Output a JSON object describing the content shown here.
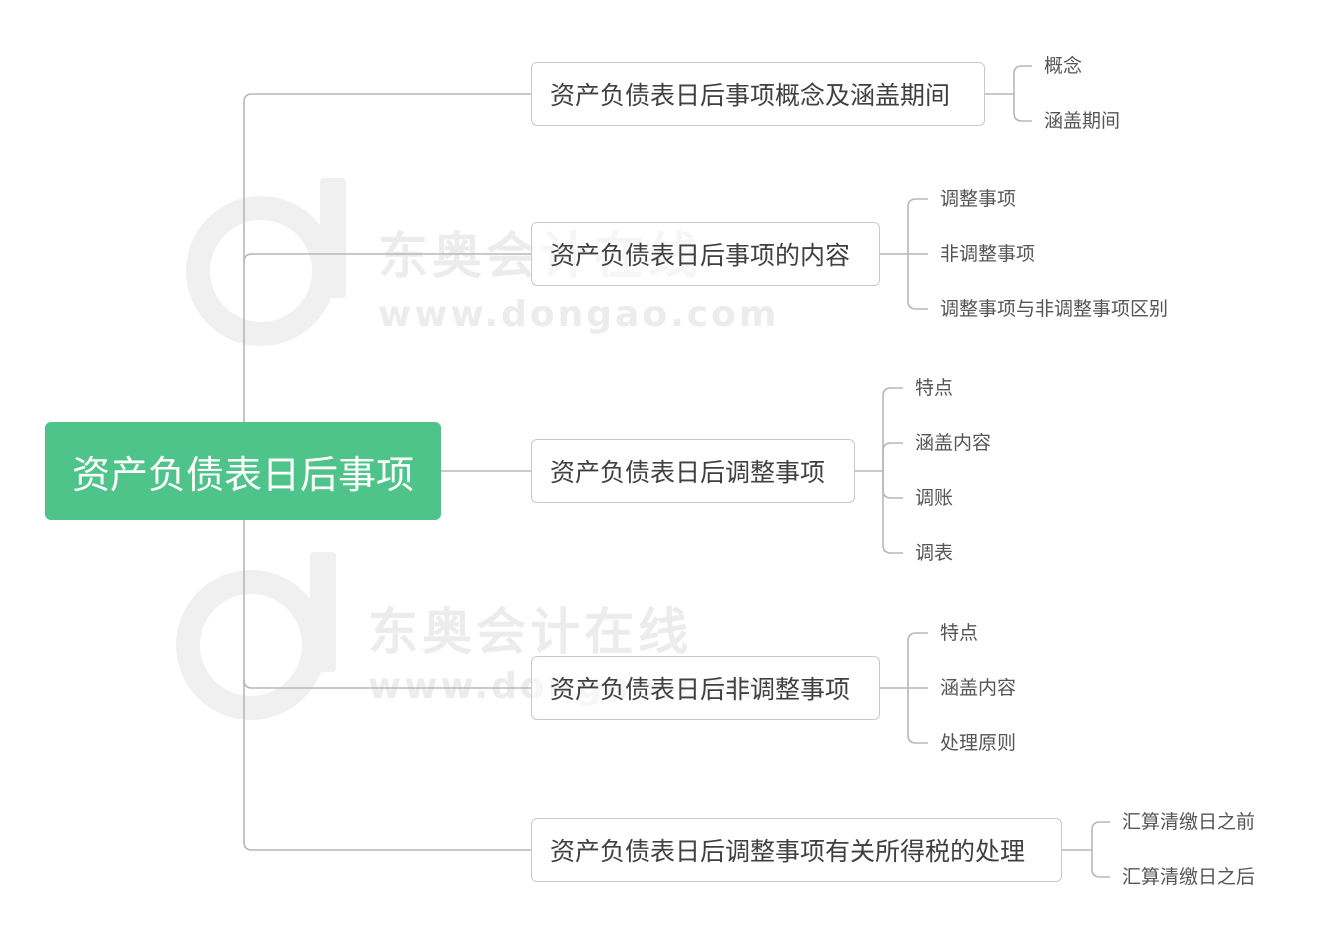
{
  "watermark": {
    "brand": "东奥会计在线",
    "url": "www.dongao.com"
  },
  "mindmap": {
    "root": "资产负债表日后事项",
    "branches": [
      {
        "label": "资产负债表日后事项概念及涵盖期间",
        "children": [
          "概念",
          "涵盖期间"
        ]
      },
      {
        "label": "资产负债表日后事项的内容",
        "children": [
          "调整事项",
          "非调整事项",
          "调整事项与非调整事项区别"
        ]
      },
      {
        "label": "资产负债表日后调整事项",
        "children": [
          "特点",
          "涵盖内容",
          "调账",
          "调表"
        ]
      },
      {
        "label": "资产负债表日后非调整事项",
        "children": [
          "特点",
          "涵盖内容",
          "处理原则"
        ]
      },
      {
        "label": "资产负债表日后调整事项有关所得税的处理",
        "children": [
          "汇算清缴日之前",
          "汇算清缴日之后"
        ]
      }
    ]
  },
  "colors": {
    "root_fill": "#4fc48a",
    "root_text": "#ffffff",
    "connector": "#b7b7b7",
    "branch_border": "#c9c9c9",
    "branch_text": "#404040",
    "leaf_text": "#555555"
  }
}
